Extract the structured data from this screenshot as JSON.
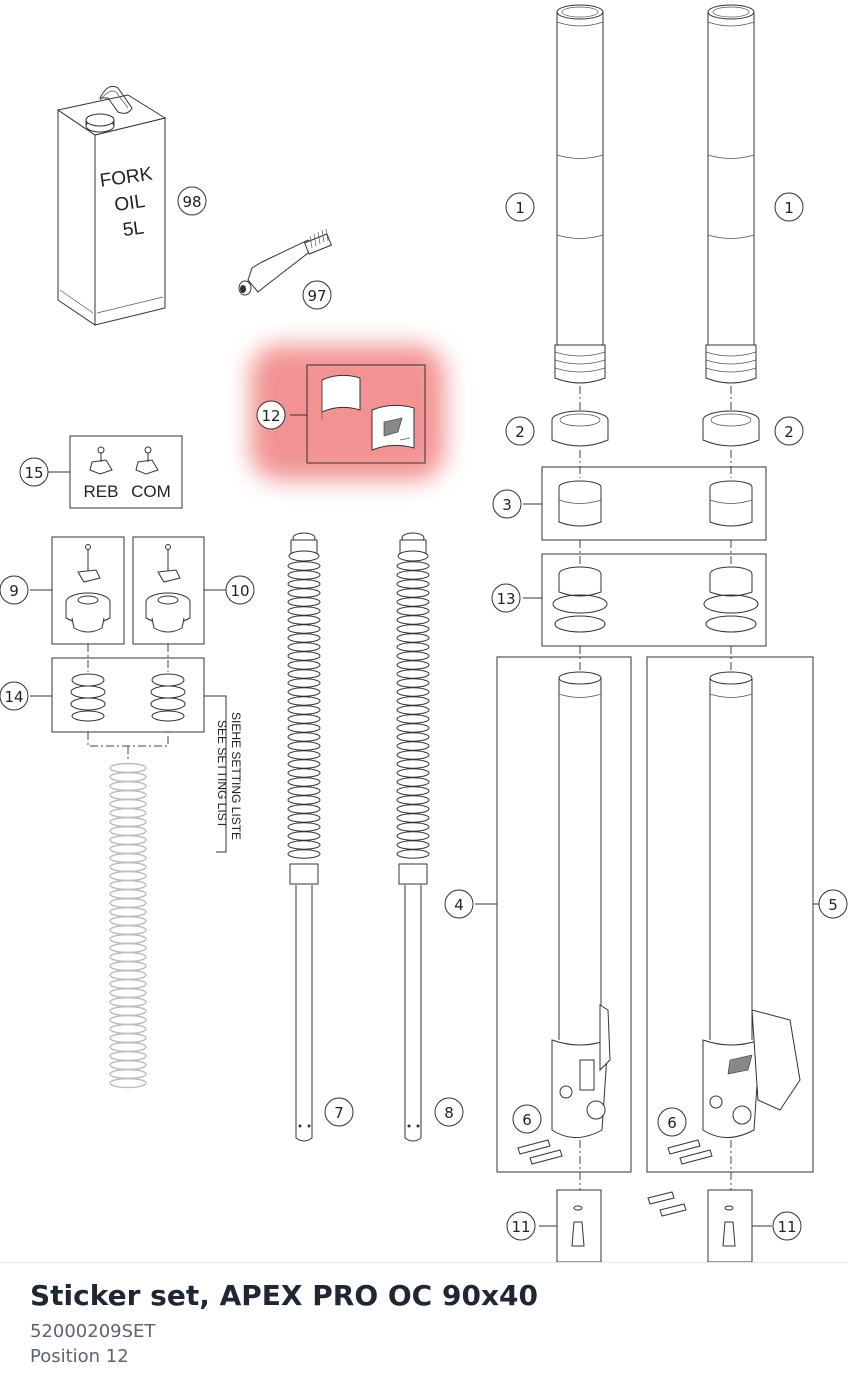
{
  "diagram": {
    "callouts": [
      "1",
      "1",
      "2",
      "2",
      "3",
      "4",
      "5",
      "6",
      "6",
      "7",
      "8",
      "9",
      "10",
      "11",
      "11",
      "12",
      "13",
      "14",
      "15",
      "97",
      "98"
    ],
    "labels": {
      "oil_line1": "FORK",
      "oil_line2": "OIL",
      "oil_line3": "5L",
      "reb": "REB",
      "com": "COM",
      "setting_de": "SIEHE SETTING LISTE",
      "setting_en": "SEE SETTING LIST"
    },
    "highlight_color": "#f08080"
  },
  "part": {
    "title": "Sticker set, APEX PRO OC 90x40",
    "number": "52000209SET",
    "position": "Position 12"
  }
}
